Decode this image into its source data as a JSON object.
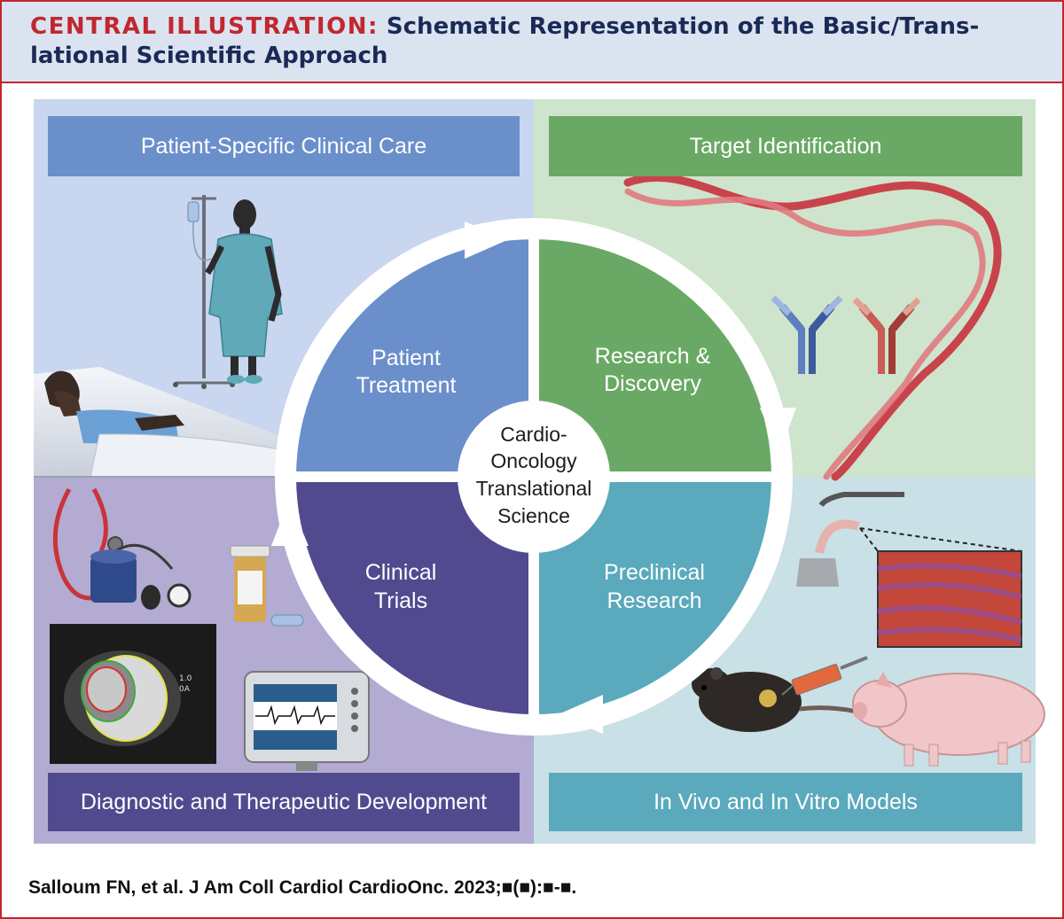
{
  "header": {
    "label": "CENTRAL ILLUSTRATION:",
    "title_line1": "Schematic Representation of the Basic/Trans-",
    "title_line2": "lational Scientific Approach"
  },
  "quadrants": {
    "top_left": {
      "banner": "Patient-Specific Clinical Care",
      "color": "#6a8fcb",
      "background": "#c8d6ef"
    },
    "top_right": {
      "banner": "Target Identification",
      "color": "#6aa965",
      "background": "#cfe4cc"
    },
    "bottom_left": {
      "banner": "Diagnostic and Therapeutic Development",
      "color": "#524a8f",
      "background": "#b3abd2"
    },
    "bottom_right": {
      "banner": "In Vivo and In Vitro Models",
      "color": "#5aa9bd",
      "background": "#c8e0e6"
    }
  },
  "cycle": {
    "segments": [
      {
        "line1": "Patient",
        "line2": "Treatment",
        "color": "#6a8fcb"
      },
      {
        "line1": "Research &",
        "line2": "Discovery",
        "color": "#6aa965"
      },
      {
        "line1": "Clinical",
        "line2": "Trials",
        "color": "#524a8f"
      },
      {
        "line1": "Preclinical",
        "line2": "Research",
        "color": "#5aa9bd"
      }
    ],
    "hub": [
      "Cardio-",
      "Oncology",
      "Translational",
      "Science"
    ]
  },
  "mri_scale": {
    "line1": "1.0",
    "line2": "0A"
  },
  "citation": "Salloum FN, et al. J Am Coll Cardiol CardioOnc. 2023;■(■):■-■.",
  "colors": {
    "accent_red": "#c1272d",
    "navy": "#1b2a55"
  }
}
